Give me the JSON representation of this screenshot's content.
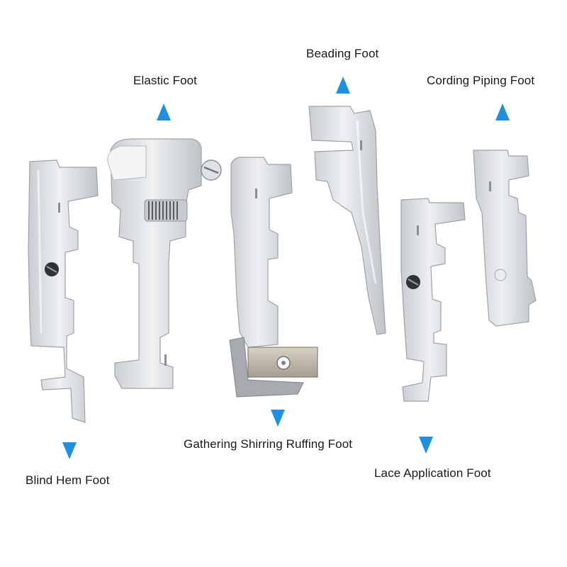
{
  "labels": {
    "elastic_foot": "Elastic Foot",
    "beading_foot": "Beading Foot",
    "cording_piping_foot": "Cording Piping Foot",
    "blind_hem_foot": "Blind Hem Foot",
    "gathering_foot": "Gathering Shirring Ruffing Foot",
    "lace_application_foot": "Lace Application Foot"
  },
  "colors": {
    "arrow": "#1e90e0",
    "metal_light": "#eef0f2",
    "metal_mid": "#d5d8dc",
    "metal_dark": "#a9adb3",
    "plate": "#b9b2a4",
    "text": "#1a1a1a"
  },
  "icons": {
    "pointer_up": "triangle-up-icon",
    "pointer_down": "triangle-down-icon",
    "screw": "screw-icon"
  }
}
